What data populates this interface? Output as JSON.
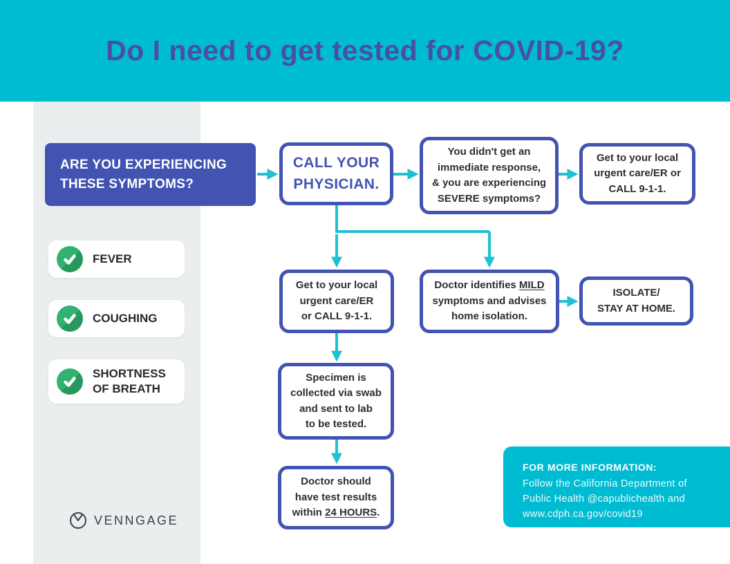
{
  "header": {
    "title": "Do I need to get tested for COVID-19?"
  },
  "sidebar": {
    "question": {
      "line1": "ARE YOU EXPERIENCING",
      "line2": "THESE SYMPTOMS?"
    },
    "symptoms": [
      {
        "label": "FEVER"
      },
      {
        "label": "COUGHING"
      },
      {
        "label": "SHORTNESS OF BREATH"
      }
    ],
    "logo_text": "VENNGAGE"
  },
  "flow": {
    "call_box": {
      "lines": [
        "CALL YOUR",
        "PHYSICIAN."
      ]
    },
    "severe_box": {
      "lines": [
        "You didn't get an",
        "immediate response,",
        "& you are experiencing",
        "SEVERE symptoms?"
      ]
    },
    "urgent_top_box": {
      "lines": [
        "Get to your local",
        "urgent care/ER or",
        "CALL 9-1-1."
      ]
    },
    "urgent_mid_box": {
      "lines": [
        "Get to your local",
        "urgent care/ER",
        "or CALL 9-1-1."
      ]
    },
    "mild_box": {
      "line1_pre": "Doctor identifies ",
      "line1_underlined": "MILD",
      "line2": "symptoms and advises",
      "line3": "home isolation."
    },
    "isolate_box": {
      "lines": [
        "ISOLATE/",
        "STAY AT HOME."
      ]
    },
    "specimen_box": {
      "lines": [
        "Specimen is",
        "collected via swab",
        "and sent to lab",
        "to be tested."
      ]
    },
    "results_box": {
      "line1": "Doctor should",
      "line2": "have test results",
      "line3_pre": "within ",
      "line3_underlined": "24 HOURS",
      "line3_post": "."
    }
  },
  "info_box": {
    "heading": "FOR MORE INFORMATION:",
    "lines": [
      "Follow the California Department of",
      "Public Health @capublichealth and",
      "www.cdph.ca.gov/covid19"
    ]
  },
  "colors": {
    "header_teal": "#00bcd2",
    "title_purple": "#4a4fa4",
    "box_indigo": "#4253b2",
    "arrow_cyan": "#1ec0d3",
    "check_green": "#31b271",
    "check_green_dark": "#27995d",
    "sidebar_gray": "#ebeeee",
    "text_dark": "#2b2d30"
  }
}
